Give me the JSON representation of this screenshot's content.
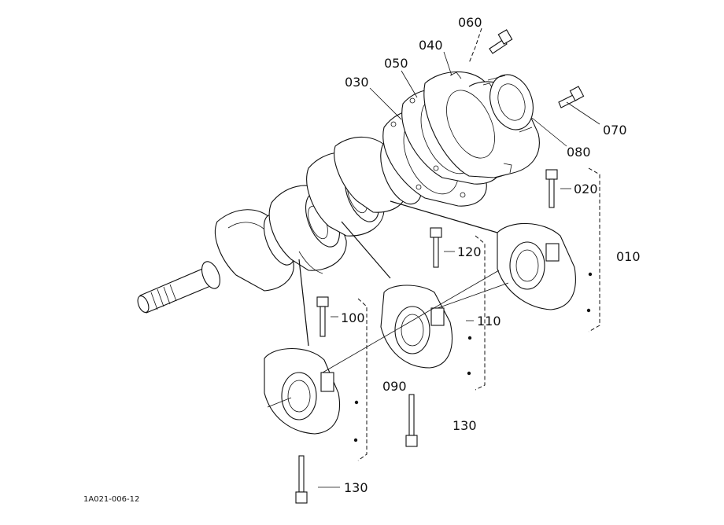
{
  "diagram": {
    "labels": {
      "p010": "010",
      "p020": "020",
      "p030": "030",
      "p040": "040",
      "p050": "050",
      "p060": "060",
      "p070": "070",
      "p080": "080",
      "p090": "090",
      "p100": "100",
      "p110": "110",
      "p120": "120",
      "p130a": "130",
      "p130b": "130"
    },
    "drawing_code": "1A021-006-12"
  }
}
